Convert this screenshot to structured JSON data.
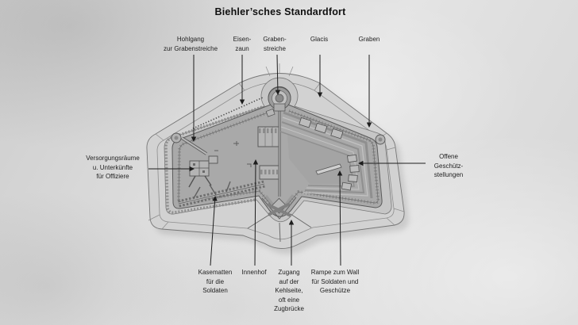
{
  "title": "Biehler’sches Standardfort",
  "labels": {
    "hohlgang": {
      "lines": [
        "Hohlgang",
        "zur Grabenstreiche"
      ]
    },
    "eisenzaun": {
      "lines": [
        "Eisen-",
        "zaun"
      ]
    },
    "grabenstreiche": {
      "lines": [
        "Graben-",
        "streiche"
      ]
    },
    "glacis": {
      "lines": [
        "Glacis"
      ]
    },
    "graben": {
      "lines": [
        "Graben"
      ]
    },
    "versorgung": {
      "lines": [
        "Versorgungsräume",
        "u. Unterkünfte",
        "für Offiziere"
      ]
    },
    "geschuetz": {
      "lines": [
        "Offene",
        "Geschütz-",
        "stellungen"
      ]
    },
    "kasematten": {
      "lines": [
        "Kasematten",
        "für die",
        "Soldaten"
      ]
    },
    "innenhof": {
      "lines": [
        "Innenhof"
      ]
    },
    "zugang": {
      "lines": [
        "Zugang",
        "auf der",
        "Kehlseite,",
        "oft eine",
        "Zugbrücke"
      ]
    },
    "rampe": {
      "lines": [
        "Rampe zum Wall",
        "für Soldaten und",
        "Geschütze"
      ]
    }
  },
  "colors": {
    "ink": "#1d1d1d",
    "paper": "#d8d8d8",
    "glacis_fill": "#d2d2d2",
    "ditch_fill": "#c6c6c6",
    "fort_fill": "#a9a9a9",
    "outline": "#5a5a5a"
  }
}
